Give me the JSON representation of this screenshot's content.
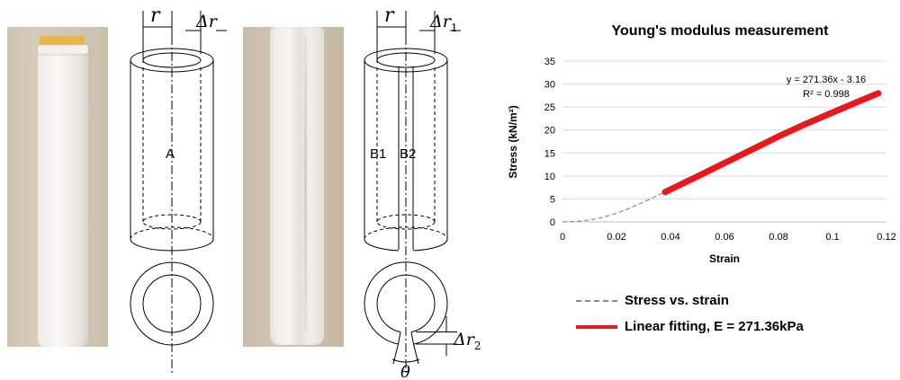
{
  "left_figure": {
    "labels": {
      "r_symbol": "r",
      "delta_r_symbol": "Δr",
      "section_a": "A",
      "delta_r1_symbol": "Δr",
      "delta_r1_subscript": "1",
      "section_b1": "B1",
      "section_b2": "B2",
      "delta_r2_symbol": "Δr",
      "delta_r2_subscript": "2",
      "theta_symbol": "θ"
    }
  },
  "chart_data": {
    "type": "line",
    "title": "Young's modulus measurement",
    "xlabel": "Strain",
    "ylabel": "Stress (kN/m²)",
    "xlim": [
      0,
      0.12
    ],
    "ylim": [
      0,
      35
    ],
    "x_ticks": [
      "0",
      "0.02",
      "0.04",
      "0.06",
      "0.08",
      "0.1",
      "0.12"
    ],
    "y_ticks": [
      "0",
      "5",
      "10",
      "15",
      "20",
      "25",
      "30",
      "35"
    ],
    "grid": "horizontal",
    "annotation_equation": "y = 271.36x - 3.16",
    "annotation_r2": "R² = 0.998",
    "series": [
      {
        "name": "Stress vs. strain",
        "style": "dashed",
        "color": "#7f84c4",
        "x": [
          0.0,
          0.005,
          0.01,
          0.015,
          0.02,
          0.025,
          0.03,
          0.035,
          0.038
        ],
        "y": [
          0.0,
          0.1,
          0.4,
          1.0,
          1.9,
          3.0,
          4.3,
          5.7,
          6.5
        ]
      },
      {
        "name": "Linear fitting, E = 271.36kPa",
        "style": "solid-thick",
        "color": "#e8191d",
        "x": [
          0.038,
          0.05,
          0.06,
          0.07,
          0.08,
          0.09,
          0.1,
          0.11,
          0.117
        ],
        "y": [
          6.5,
          9.9,
          12.8,
          15.7,
          18.6,
          21.3,
          23.8,
          26.3,
          28.0
        ]
      }
    ]
  }
}
